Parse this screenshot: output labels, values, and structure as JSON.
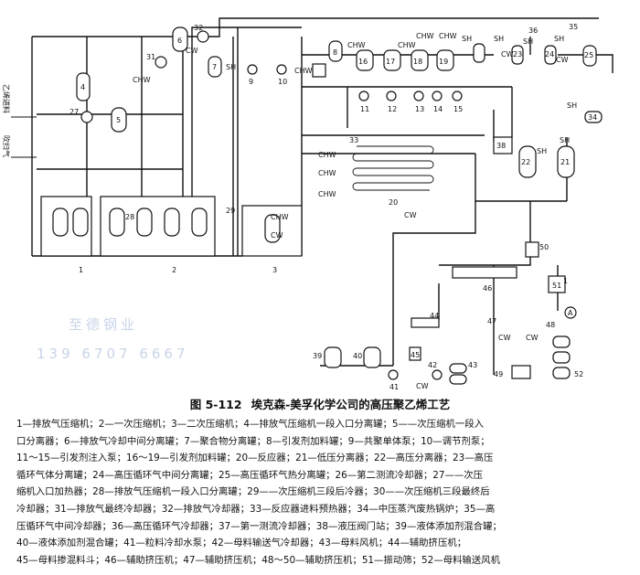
{
  "figure": {
    "number": "图 5-112",
    "title": "埃克森-美孚化学公司的高压聚乙烯工艺"
  },
  "labels": {
    "cw": "CW",
    "chw": "CHW",
    "sh": "SH",
    "inlet_ethylene": "乙烯进料",
    "inlet_purge": "吹扫气",
    "bank1": "1",
    "bank2": "2",
    "bank3": "3",
    "valve_a": "A",
    "pos_1": "1"
  },
  "watermark": {
    "company": "至德钢业",
    "phone": "139 6707 6667"
  },
  "legend_lines": [
    "1—排放气压缩机；2—一次压缩机；3—二次压缩机；4—排放气压缩机一段入口分离罐；5——次压缩机一段入",
    "口分离器；6—排放气冷却中间分离罐；7—聚合物分离罐；8—引发剂加料罐；9—共聚单体泵；10—调节剂泵；",
    "11～15—引发剂注入泵；16～19—引发剂加料罐；20—反应器；21—低压分离器；22—高压分离器；23—高压",
    "循环气体分离罐；24—高压循环气中间分离罐；25—高压循环气热分离罐；26—第二测流冷却器；27——次压",
    "缩机入口加热器；28—排放气压缩机一段入口分离罐；29——次压缩机三段后冷器；30——次压缩机三段最终后",
    "冷却器；31—排放气最终冷却器；32—排放气冷却器；33—反应器进料预热器；34—中压蒸汽废热锅炉；35—高",
    "压循环气中间冷却器；36—高压循环气冷却器；37—第一测流冷却器；38—液压阀门站；39—液体添加剂混合罐；",
    "40—液体添加剂混合罐；41—粒料冷却水泵；42—母料输送气冷却器；43—母料风机；44—辅助挤压机；",
    "45—母料掺混料斗；46—辅助挤压机；47—辅助挤压机；48～50—辅助挤压机；51—振动筛；52—母料输送风机"
  ],
  "equipment_numbers": {
    "n4": "4",
    "n5": "5",
    "n6": "6",
    "n7": "7",
    "n8": "8",
    "n9": "9",
    "n10": "10",
    "n11": "11",
    "n12": "12",
    "n13": "13",
    "n14": "14",
    "n15": "15",
    "n16": "16",
    "n17": "17",
    "n18": "18",
    "n19": "19",
    "n20": "20",
    "n21": "21",
    "n22": "22",
    "n23": "23",
    "n24": "24",
    "n25": "25",
    "n27": "27",
    "n28": "28",
    "n29": "29",
    "n31": "31",
    "n32": "32",
    "n33": "33",
    "n34": "34",
    "n35": "35",
    "n36": "36",
    "n38": "38",
    "n39": "39",
    "n40": "40",
    "n41": "41",
    "n42": "42",
    "n43": "43",
    "n44": "44",
    "n45": "45",
    "n46": "46",
    "n47": "47",
    "n48": "48",
    "n49": "49",
    "n50": "50",
    "n51": "51",
    "n52": "52"
  }
}
